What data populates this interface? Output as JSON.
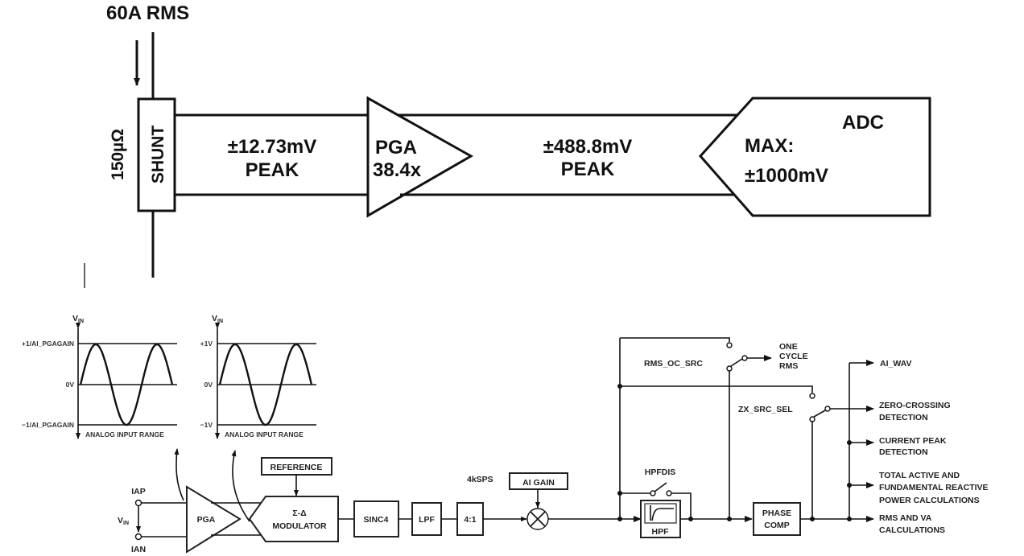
{
  "top": {
    "current": "60A RMS",
    "shunt_label": "SHUNT",
    "shunt_value": "150µΩ",
    "input_voltage": "±12.73mV",
    "input_peak": "PEAK",
    "pga_label": "PGA",
    "pga_gain": "38.4x",
    "output_voltage": "±488.8mV",
    "output_peak": "PEAK",
    "adc_label": "ADC",
    "adc_max_label": "MAX:",
    "adc_max_value": "±1000mV"
  },
  "graphs": [
    {
      "axis": "V",
      "axis_sub": "IN",
      "top": "+1/AI_PGAGAIN",
      "mid": "0V",
      "bottom": "−1/AI_PGAGAIN",
      "caption": "ANALOG INPUT RANGE"
    },
    {
      "axis": "V",
      "axis_sub": "IN",
      "top": "+1V",
      "mid": "0V",
      "bottom": "−1V",
      "caption": "ANALOG INPUT RANGE"
    }
  ],
  "chain": {
    "iap": "IAP",
    "ian": "IAN",
    "vin": "V",
    "vin_sub": "IN",
    "pga": "PGA",
    "reference": "REFERENCE",
    "modulator_1": "Σ-Δ",
    "modulator_2": "MODULATOR",
    "sinc": "SINC4",
    "lpf": "LPF",
    "decimation": "4:1",
    "rate": "4kSPS",
    "gain": "AI GAIN",
    "hpfdis": "HPFDIS",
    "hpf": "HPF",
    "phase_1": "PHASE",
    "phase_2": "COMP",
    "rms_oc_src": "RMS_OC_SRC",
    "one_cycle": [
      "ONE",
      "CYCLE",
      "RMS"
    ],
    "zx_src_sel": "ZX_SRC_SEL",
    "outputs": {
      "ai_wav": "AI_WAV",
      "zero_crossing": [
        "ZERO-CROSSING",
        "DETECTION"
      ],
      "current_peak": [
        "CURRENT PEAK",
        "DETECTION"
      ],
      "power": [
        "TOTAL ACTIVE AND",
        "FUNDAMENTAL REACTIVE",
        "POWER CALCULATIONS"
      ],
      "rms_va": [
        "RMS AND VA",
        "CALCULATIONS"
      ]
    }
  }
}
